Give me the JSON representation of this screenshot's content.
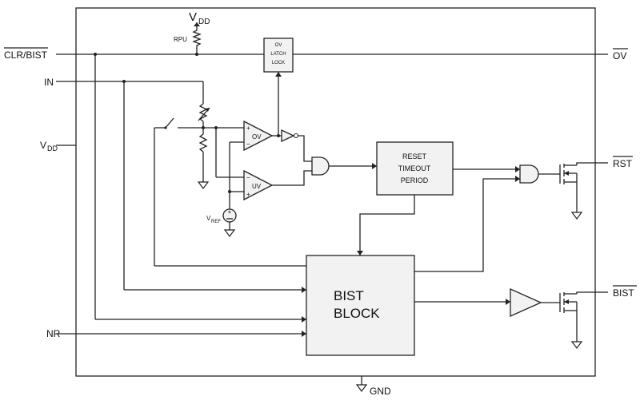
{
  "pins": {
    "vdd_top": "V",
    "vdd_top_sub": "DD",
    "rpu": "RPU",
    "clr_bist": "CLR/BIST",
    "in": "IN",
    "vdd_left": "V",
    "vdd_left_sub": "DD",
    "nr": "NR",
    "ov_out": "OV",
    "rst": "RST",
    "bist": "BIST",
    "gnd": "GND"
  },
  "blocks": {
    "ov_latch": [
      "OV",
      "LATCH",
      "LOCK"
    ],
    "reset_timeout": [
      "RESET",
      "TIMEOUT",
      "PERIOD"
    ],
    "bist_block": [
      "BIST",
      "BLOCK"
    ]
  },
  "comparators": {
    "ov": "OV",
    "uv": "UV"
  },
  "vref": {
    "main": "V",
    "sub": "REF"
  },
  "signs": {
    "plus": "+",
    "minus": "−"
  }
}
